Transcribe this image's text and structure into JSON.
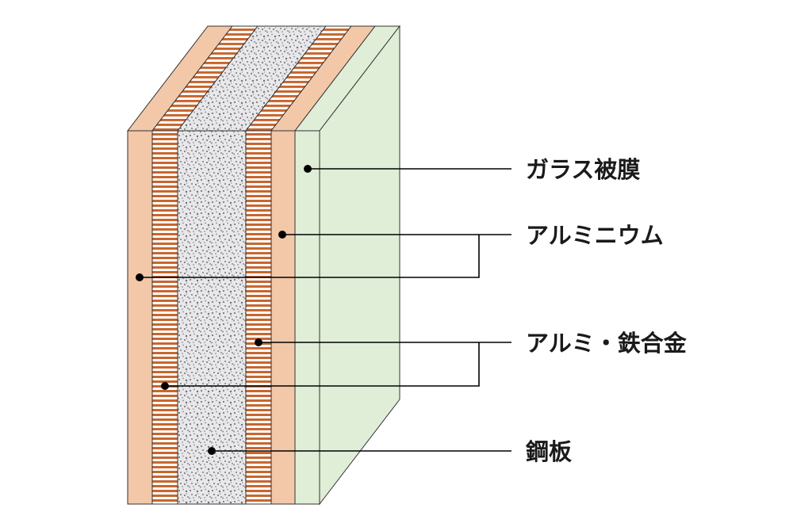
{
  "labels": {
    "glass_coating": "ガラス被膜",
    "aluminium": "アルミニウム",
    "al_fe_alloy": "アルミ・鉄合金",
    "steel_sheet": "鋼板"
  },
  "colors": {
    "aluminium_fill": "#f2c8a8",
    "alloy_stripe_dark": "#c8662e",
    "alloy_stripe_light": "#ffffff",
    "steel_fill": "#e8e8ea",
    "steel_speckle": "#7a7a80",
    "glass_fill": "#e0eed8",
    "outline": "#333333",
    "leader": "#000000"
  }
}
